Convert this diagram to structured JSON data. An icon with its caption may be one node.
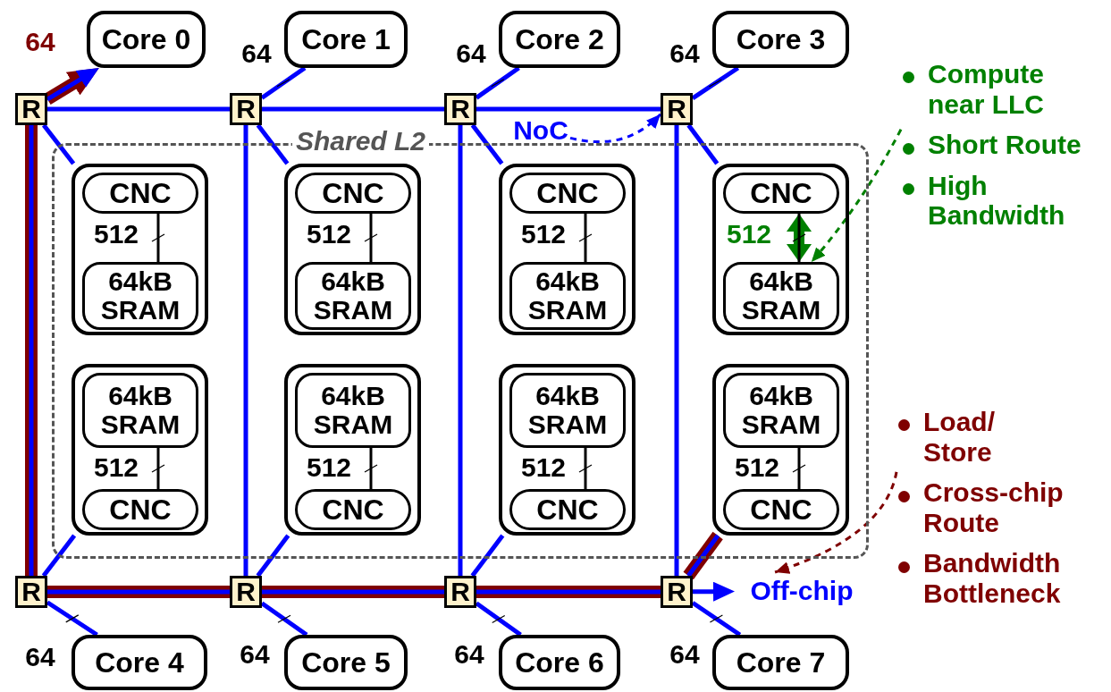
{
  "diagram": {
    "nodes": [
      {
        "text": [
          "Core 0"
        ]
      },
      {
        "text": [
          "Core 1"
        ]
      },
      {
        "text": [
          "Core 2"
        ]
      },
      {
        "text": [
          "Core 3"
        ]
      },
      {
        "text": [
          "Core 4"
        ]
      },
      {
        "text": [
          "Core 5"
        ]
      },
      {
        "text": [
          "Core 6"
        ]
      },
      {
        "text": [
          "Core 7"
        ]
      },
      {
        "text": [
          "R"
        ]
      },
      {
        "text": [
          "R"
        ]
      },
      {
        "text": [
          "R"
        ]
      },
      {
        "text": [
          "R"
        ]
      },
      {
        "text": [
          "R"
        ]
      },
      {
        "text": [
          "R"
        ]
      },
      {
        "text": [
          "R"
        ]
      },
      {
        "text": [
          "R"
        ]
      },
      {
        "text": [
          "Shared L2"
        ]
      },
      {
        "text": [],
        "shape": "box",
        "in": 16
      },
      {
        "text": [
          "CNC"
        ],
        "in": 17
      },
      {
        "text": [
          "64kB SRAM"
        ],
        "in": 17
      },
      {
        "text": [],
        "shape": "box",
        "in": 16
      },
      {
        "text": [
          "CNC"
        ],
        "in": 20
      },
      {
        "text": [
          "64kB SRAM"
        ],
        "in": 20
      },
      {
        "text": [],
        "shape": "box",
        "in": 16
      },
      {
        "text": [
          "CNC"
        ],
        "in": 23
      },
      {
        "text": [
          "64kB SRAM"
        ],
        "in": 23
      },
      {
        "text": [],
        "shape": "box",
        "in": 16
      },
      {
        "text": [
          "CNC"
        ],
        "in": 26
      },
      {
        "text": [
          "64kB SRAM"
        ],
        "in": 26
      },
      {
        "text": [],
        "shape": "box",
        "in": 16
      },
      {
        "text": [
          "64kB SRAM"
        ],
        "in": 29
      },
      {
        "text": [
          "CNC"
        ],
        "in": 29
      },
      {
        "text": [],
        "shape": "box",
        "in": 16
      },
      {
        "text": [
          "64kB SRAM"
        ],
        "in": 32
      },
      {
        "text": [
          "CNC"
        ],
        "in": 32
      },
      {
        "text": [],
        "shape": "box",
        "in": 16
      },
      {
        "text": [
          "64kB SRAM"
        ],
        "in": 35
      },
      {
        "text": [
          "CNC"
        ],
        "in": 35
      },
      {
        "text": [],
        "shape": "box",
        "in": 16
      },
      {
        "text": [
          "64kB SRAM"
        ],
        "in": 38
      },
      {
        "text": [
          "CNC"
        ],
        "in": 38
      },
      {
        "text": [
          "Off-chip"
        ]
      },
      {
        "text": [
          "NoC"
        ]
      },
      {
        "text": [
          "Compute near LLC",
          "Short Route",
          "High Bandwidth"
        ]
      },
      {
        "text": [
          "Load/ Store",
          "Cross-chip Route",
          "Bandwidth Bottleneck"
        ]
      }
    ],
    "edges": [
      {
        "from": 38,
        "to": 15,
        "arrow": "none",
        "style": "thick",
        "color": "#7f0000"
      },
      {
        "from": 15,
        "to": 14,
        "arrow": "none",
        "style": "thick",
        "color": "#7f0000"
      },
      {
        "from": 14,
        "to": 13,
        "arrow": "none",
        "style": "thick",
        "color": "#7f0000"
      },
      {
        "from": 13,
        "to": 12,
        "arrow": "none",
        "style": "thick",
        "color": "#7f0000"
      },
      {
        "from": 12,
        "to": 8,
        "arrow": "none",
        "style": "thick",
        "color": "#7f0000"
      },
      {
        "from": 8,
        "to": 0,
        "arrow": "to",
        "style": "thick",
        "color": "#7f0000",
        "label": "64"
      },
      {
        "from": 27,
        "to": 28,
        "arrow": "both",
        "style": "thick",
        "color": "#008000",
        "label": "512"
      },
      {
        "from": 8,
        "to": 0,
        "arrow": "to"
      },
      {
        "from": 9,
        "to": 1,
        "arrow": "none",
        "label": "64"
      },
      {
        "from": 10,
        "to": 2,
        "arrow": "none",
        "label": "64"
      },
      {
        "from": 11,
        "to": 3,
        "arrow": "none",
        "label": "64"
      },
      {
        "from": 12,
        "to": 4,
        "arrow": "none",
        "label": "64"
      },
      {
        "from": 13,
        "to": 5,
        "arrow": "none",
        "label": "64"
      },
      {
        "from": 14,
        "to": 6,
        "arrow": "none",
        "label": "64"
      },
      {
        "from": 15,
        "to": 7,
        "arrow": "none",
        "label": "64"
      },
      {
        "from": 8,
        "to": 9,
        "arrow": "none"
      },
      {
        "from": 9,
        "to": 10,
        "arrow": "none"
      },
      {
        "from": 10,
        "to": 11,
        "arrow": "none"
      },
      {
        "from": 12,
        "to": 13,
        "arrow": "none"
      },
      {
        "from": 13,
        "to": 14,
        "arrow": "none"
      },
      {
        "from": 14,
        "to": 15,
        "arrow": "none"
      },
      {
        "from": 8,
        "to": 12,
        "arrow": "none"
      },
      {
        "from": 9,
        "to": 13,
        "arrow": "none"
      },
      {
        "from": 10,
        "to": 14,
        "arrow": "none"
      },
      {
        "from": 11,
        "to": 15,
        "arrow": "none"
      },
      {
        "from": 8,
        "to": 17,
        "arrow": "none"
      },
      {
        "from": 9,
        "to": 20,
        "arrow": "none"
      },
      {
        "from": 10,
        "to": 23,
        "arrow": "none"
      },
      {
        "from": 11,
        "to": 26,
        "arrow": "none"
      },
      {
        "from": 12,
        "to": 29,
        "arrow": "none"
      },
      {
        "from": 13,
        "to": 32,
        "arrow": "none"
      },
      {
        "from": 14,
        "to": 35,
        "arrow": "none"
      },
      {
        "from": 15,
        "to": 38,
        "arrow": "none"
      },
      {
        "from": 18,
        "to": 19,
        "arrow": "none",
        "color": "#000000",
        "label": "512"
      },
      {
        "from": 21,
        "to": 22,
        "arrow": "none",
        "color": "#000000",
        "label": "512"
      },
      {
        "from": 24,
        "to": 25,
        "arrow": "none",
        "color": "#000000",
        "label": "512"
      },
      {
        "from": 27,
        "to": 28,
        "arrow": "none",
        "color": "#000000"
      },
      {
        "from": 30,
        "to": 31,
        "arrow": "none",
        "color": "#000000",
        "label": "512"
      },
      {
        "from": 33,
        "to": 34,
        "arrow": "none",
        "color": "#000000",
        "label": "512"
      },
      {
        "from": 36,
        "to": 37,
        "arrow": "none",
        "color": "#000000",
        "label": "512"
      },
      {
        "from": 39,
        "to": 40,
        "arrow": "none",
        "color": "#000000",
        "label": "512"
      },
      {
        "from": 15,
        "to": 41,
        "arrow": "to"
      },
      {
        "from": 42,
        "to": 11,
        "arrow": "to",
        "style": "dashed"
      },
      {
        "from": 43,
        "to": 28,
        "arrow": "to",
        "style": "dashed",
        "color": "#008000"
      },
      {
        "from": 44,
        "to": 41,
        "arrow": "to",
        "style": "dashed",
        "color": "#7f0000"
      }
    ]
  }
}
